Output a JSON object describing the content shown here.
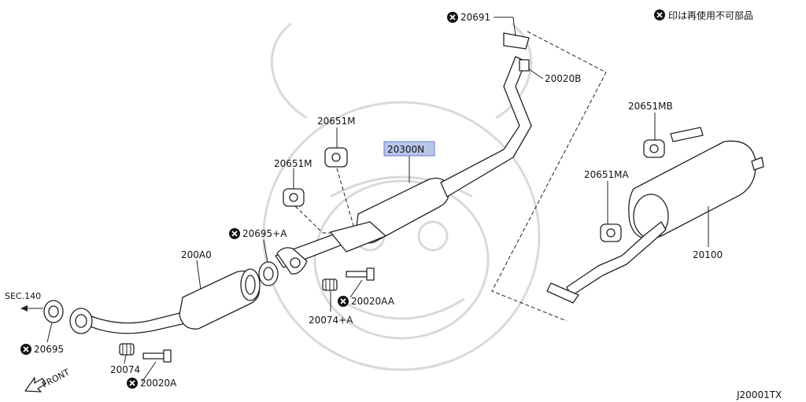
{
  "note": {
    "text": "印は再使用不可部品"
  },
  "drawing_id": "J20001TX",
  "front": {
    "label": "FRONT"
  },
  "sec": {
    "label": "SEC.140"
  },
  "parts": {
    "p20691": "20691",
    "p20020B": "20020B",
    "p20651M_top": "20651M",
    "p20651M_left": "20651M",
    "p20300N": "20300N",
    "p20651MB": "20651MB",
    "p20651MA": "20651MA",
    "p20695A": "20695+A",
    "p200A0": "200A0",
    "p20020AA": "20020AA",
    "p20074A": "20074+A",
    "p20100": "20100",
    "p20695": "20695",
    "p20074": "20074",
    "p20020A": "20020A"
  },
  "colors": {
    "highlight": "#b9c6ea",
    "line": "#222222",
    "watermark": "#d9d9d9"
  },
  "icons": {
    "non_reusable": "x-circle-icon"
  }
}
